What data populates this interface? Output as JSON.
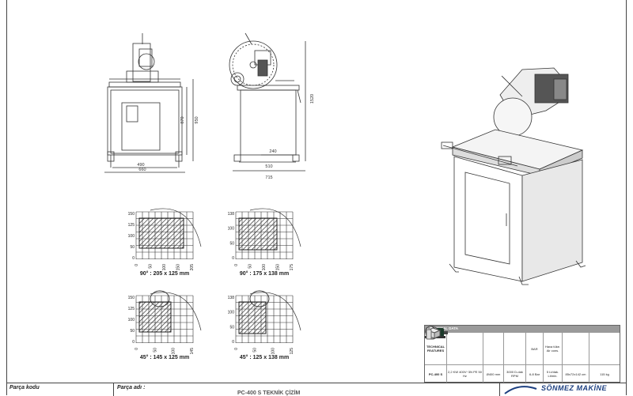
{
  "views": {
    "front": {
      "width_inner": "490",
      "width_outer": "660",
      "height_table": "870",
      "height_total": "950"
    },
    "side": {
      "depth_inner": "240",
      "depth_base": "510",
      "depth_total": "715",
      "height_total": "1520"
    }
  },
  "cut_diagrams": [
    {
      "caption": "90° : 205 x 125 mm",
      "y_ticks": [
        "150",
        "125",
        "100",
        "50",
        "0"
      ],
      "x_ticks": [
        "0",
        "50",
        "100",
        "150",
        "205"
      ]
    },
    {
      "caption": "90° : 175 x 138 mm",
      "y_ticks": [
        "138",
        "100",
        "50",
        "0"
      ],
      "x_ticks": [
        "0",
        "50",
        "100",
        "150",
        "175"
      ]
    },
    {
      "caption": "45° : 145 x 125 mm",
      "y_ticks": [
        "150",
        "125",
        "100",
        "50",
        "0"
      ],
      "x_ticks": [
        "0",
        "50",
        "100",
        "145"
      ]
    },
    {
      "caption": "45° : 125 x 138 mm",
      "y_ticks": [
        "138",
        "100",
        "50",
        "0"
      ],
      "x_ticks": [
        "0",
        "50",
        "100",
        "125"
      ]
    }
  ],
  "tech_table": {
    "heading": "TECHNICAL DATA",
    "row_label": "TECHNICAL FEATURES",
    "model": "PC-400 S",
    "motor": "2,2 KW 400V~3N PE 50 Hz",
    "blade": "Ø400 mm",
    "speed": "3000 D-dak RPM",
    "pressure": "6-8 Bar",
    "pressure_unit": "BAR",
    "pressure_note": "Hava tüke. Air cons.",
    "air": "5 Lt/dak. Lt/min.",
    "dims": "85x72x142 cm",
    "weight": "115 kg"
  },
  "title_block": {
    "part_code_label": "Parça kodu",
    "part_name_label": "Parça adı :",
    "drawing_title": "PC-400 S TEKNİK ÇİZİM",
    "brand": "SÖNMEZ MAKİNE"
  }
}
